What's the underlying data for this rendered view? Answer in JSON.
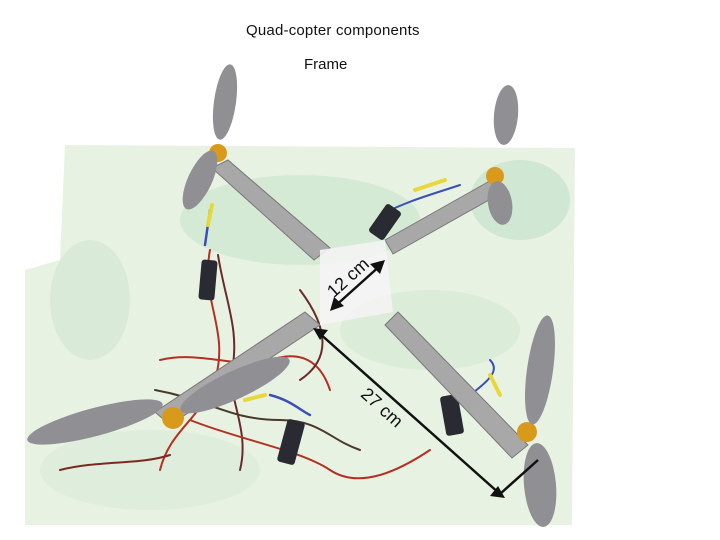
{
  "slide": {
    "title": "Quad-copter components",
    "subtitle": "Frame"
  },
  "photo": {
    "dimension_short": "12 cm",
    "dimension_long": "27 cm",
    "colors": {
      "background": "#e6f1df",
      "arm": "#a8a8a8",
      "propeller": "#8f8f94",
      "motor": "#d99a1c",
      "wire_red": "#b53022",
      "wire_yellow": "#e8d73a",
      "wire_blue": "#3a4fb8",
      "arrow": "#111111"
    }
  }
}
